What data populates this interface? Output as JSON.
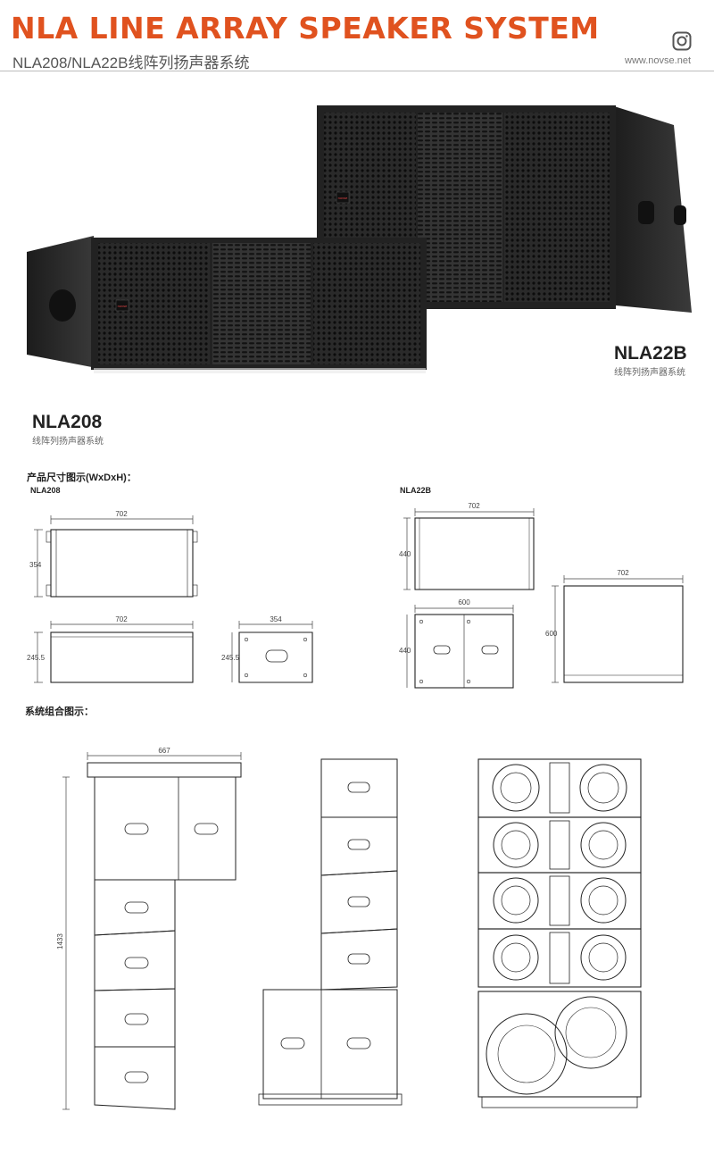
{
  "header": {
    "title": "NLA LINE ARRAY SPEAKER SYSTEM",
    "subtitle": "NLA208/NLA22B线阵列扬声器系统",
    "website": "www.novse.net",
    "icon": "instagram-icon"
  },
  "products": {
    "nla22b": {
      "name": "NLA22B",
      "desc": "线阵列扬声器系统",
      "badge": "novse"
    },
    "nla208": {
      "name": "NLA208",
      "desc": "线阵列扬声器系统",
      "badge": "novse"
    }
  },
  "dimensions": {
    "section_title": "产品尺寸图示(WxDxH)：",
    "nla208_label": "NLA208",
    "nla22b_label": "NLA22B",
    "nla208_front_w": "702",
    "nla208_front_h": "354",
    "nla208_top_w": "702",
    "nla208_top_d": "245.5",
    "nla208_side_w": "354",
    "nla208_side_d": "245.5",
    "nla22b_front_w": "702",
    "nla22b_front_h": "440",
    "nla22b_side_w": "600",
    "nla22b_side_h": "440",
    "nla22b_top_w": "702",
    "nla22b_top_d": "600"
  },
  "combo": {
    "section_title": "系统组合图示：",
    "width": "667",
    "height": "1433"
  },
  "colors": {
    "title": "#e0521f",
    "cabinet": "#2b2b2b",
    "line": "#222222"
  }
}
